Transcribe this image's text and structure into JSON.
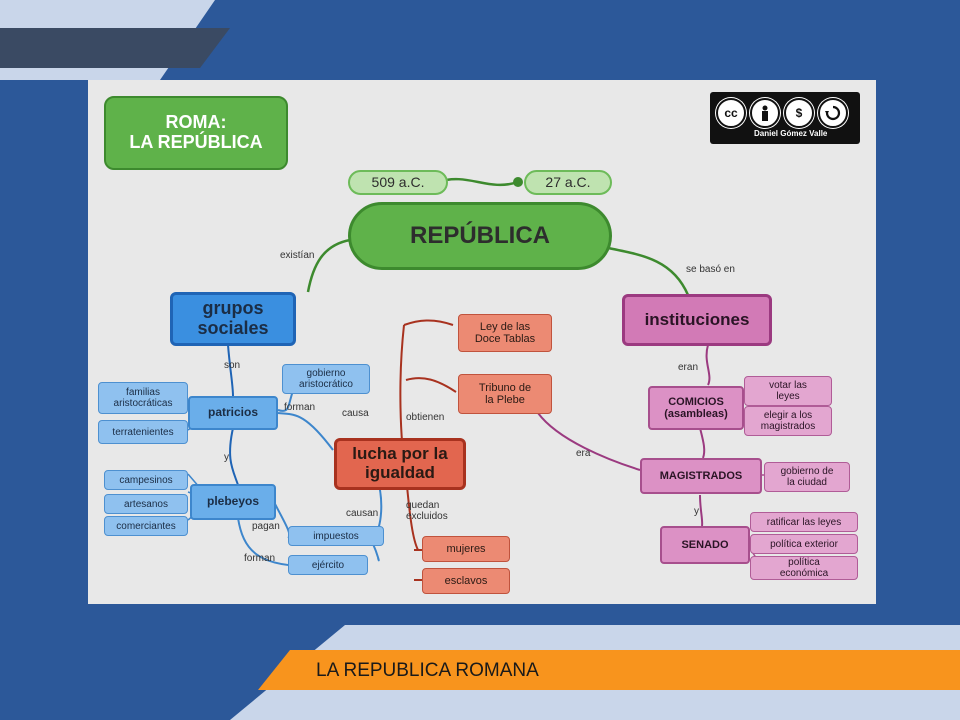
{
  "colors": {
    "slide_blue": "#2c5899",
    "banner_orange": "#f8941d",
    "green": "#5fb24a",
    "blue": "#3a8fe0",
    "red": "#e2664f",
    "pink": "#d27ab6"
  },
  "footer": {
    "title": "LA REPUBLICA ROMANA"
  },
  "badge": {
    "cc": "cc",
    "author": "Daniel Gómez Valle",
    "icons": [
      "cc-icon",
      "by-icon",
      "nc-icon",
      "sa-icon"
    ]
  },
  "map": {
    "title": "ROMA:\nLA REPÚBLICA",
    "date_start": "509 a.C.",
    "date_end": "27 a.C.",
    "center": "REPÚBLICA",
    "groups": "grupos\nsociales",
    "institutions": "instituciones",
    "patricios": "patricios",
    "plebeyos": "plebeyos",
    "patricios_items": [
      "familias\naristocráticas",
      "terratenientes"
    ],
    "plebeyos_items": [
      "campesinos",
      "artesanos",
      "comerciantes"
    ],
    "gobierno": "gobierno\naristocrático",
    "impuestos": "impuestos",
    "ejercito": "ejército",
    "lucha": "lucha por la\nigualdad",
    "ley": "Ley de las\nDoce Tablas",
    "tribuno": "Tribuno de\nla Plebe",
    "mujeres": "mujeres",
    "esclavos": "esclavos",
    "comicios": "COMICIOS\n(asambleas)",
    "comicios_items": [
      "votar las\nleyes",
      "elegir a los\nmagistrados"
    ],
    "magistrados": "MAGISTRADOS",
    "magistrados_items": [
      "gobierno de\nla ciudad"
    ],
    "senado": "SENADO",
    "senado_items": [
      "ratificar las leyes",
      "política exterior",
      "política\neconómica"
    ],
    "labels": {
      "existian": "existían",
      "se_baso": "se basó en",
      "son": "son",
      "y1": "y",
      "forman1": "forman",
      "causa": "causa",
      "obtienen": "obtienen",
      "pagan": "pagan",
      "forman2": "forman",
      "causan": "causan",
      "quedan": "quedan\nexcluidos",
      "eran": "eran",
      "era": "era",
      "y2": "y"
    }
  }
}
